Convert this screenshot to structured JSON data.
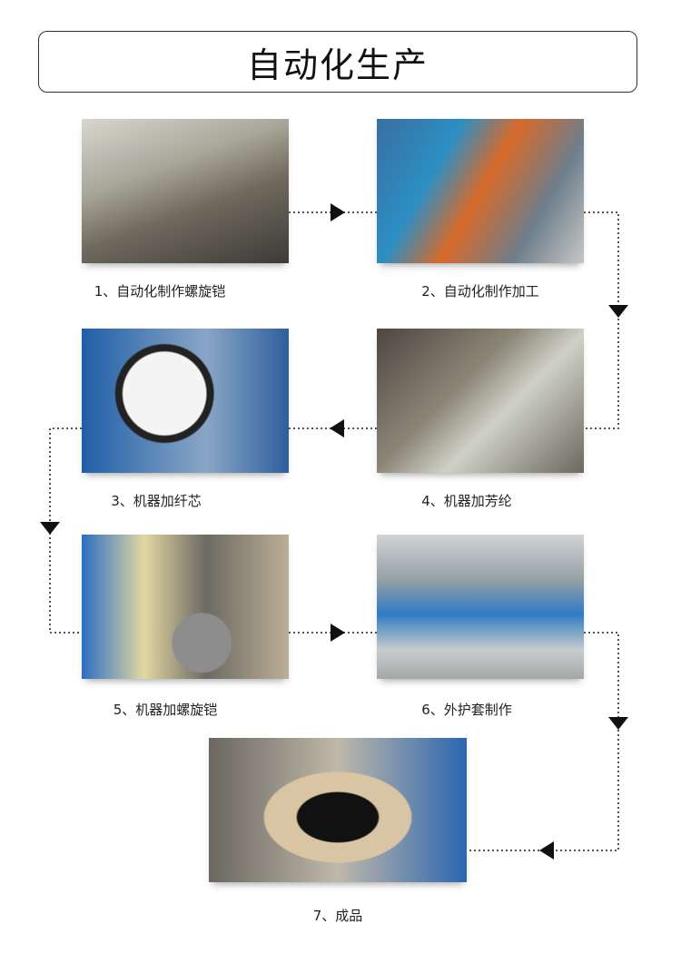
{
  "title": "自动化生产",
  "steps": [
    {
      "caption": "1、自动化制作螺旋铠"
    },
    {
      "caption": "2、自动化制作加工"
    },
    {
      "caption": "3、机器加纤芯"
    },
    {
      "caption": "4、机器加芳纶"
    },
    {
      "caption": "5、机器加螺旋铠"
    },
    {
      "caption": "6、外护套制作"
    },
    {
      "caption": "7、成品"
    }
  ]
}
